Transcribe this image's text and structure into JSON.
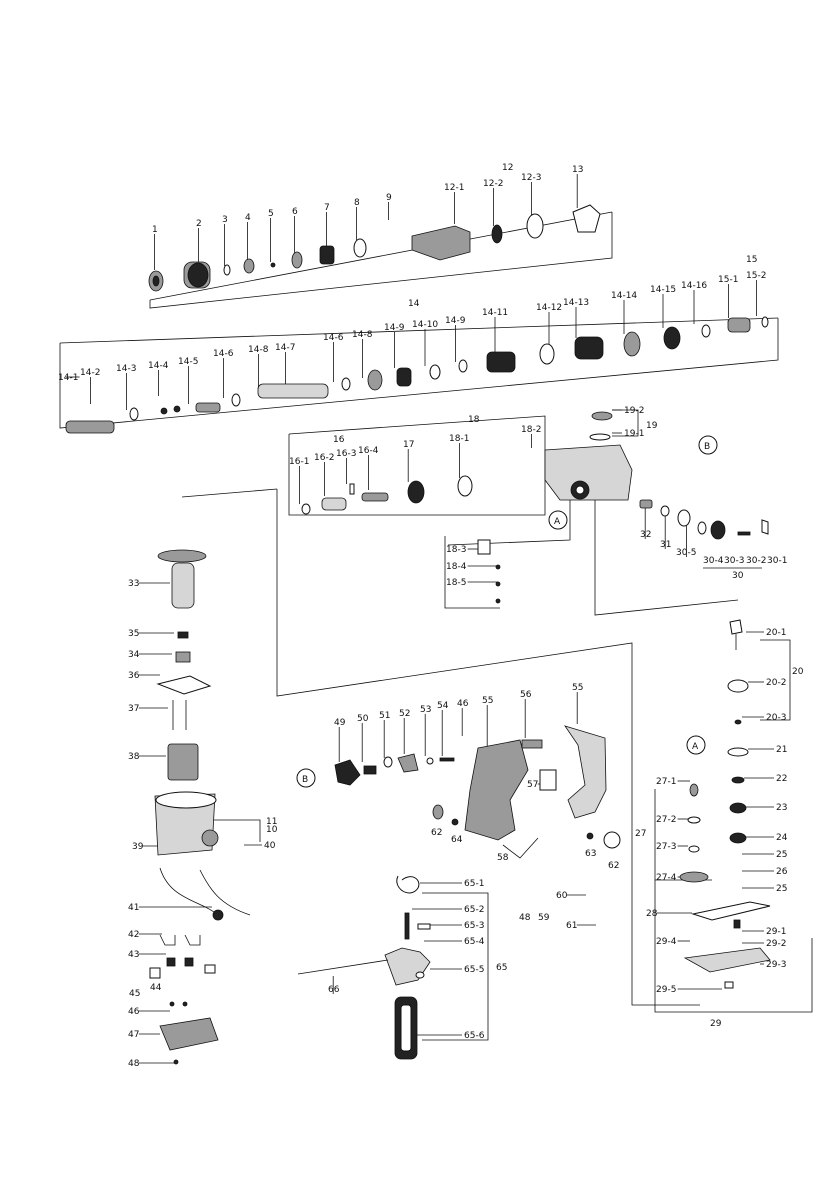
{
  "diagram": {
    "type": "exploded-parts-diagram",
    "part_labels": [
      "1",
      "2",
      "3",
      "4",
      "5",
      "6",
      "7",
      "8",
      "9",
      "10",
      "11",
      "12",
      "12-1",
      "12-2",
      "12-3",
      "13",
      "14",
      "14-1",
      "14-2",
      "14-3",
      "14-4",
      "14-5",
      "14-6",
      "14-7",
      "14-8",
      "14-9",
      "14-10",
      "14-11",
      "14-12",
      "14-13",
      "14-14",
      "14-15",
      "14-16",
      "15",
      "15-1",
      "15-2",
      "16",
      "16-1",
      "16-2",
      "16-3",
      "16-4",
      "17",
      "18",
      "18-1",
      "18-2",
      "18-3",
      "18-4",
      "18-5",
      "19",
      "19-1",
      "19-2",
      "20",
      "20-1",
      "20-2",
      "20-3",
      "21",
      "22",
      "23",
      "24",
      "25",
      "26",
      "27",
      "27-1",
      "27-2",
      "27-3",
      "27-4",
      "28",
      "29",
      "29-1",
      "29-2",
      "29-3",
      "29-4",
      "29-5",
      "30",
      "30-1",
      "30-2",
      "30-3",
      "30-4",
      "30-5",
      "31",
      "32",
      "33",
      "34",
      "35",
      "36",
      "37",
      "38",
      "39",
      "40",
      "41",
      "42",
      "43",
      "44",
      "45",
      "46",
      "47",
      "48",
      "49",
      "50",
      "51",
      "52",
      "53",
      "54",
      "55",
      "56",
      "57",
      "58",
      "59",
      "60",
      "61",
      "62",
      "63",
      "64",
      "65",
      "65-1",
      "65-2",
      "65-3",
      "65-4",
      "65-5",
      "65-6",
      "66"
    ],
    "callouts": [
      "A",
      "B"
    ]
  }
}
